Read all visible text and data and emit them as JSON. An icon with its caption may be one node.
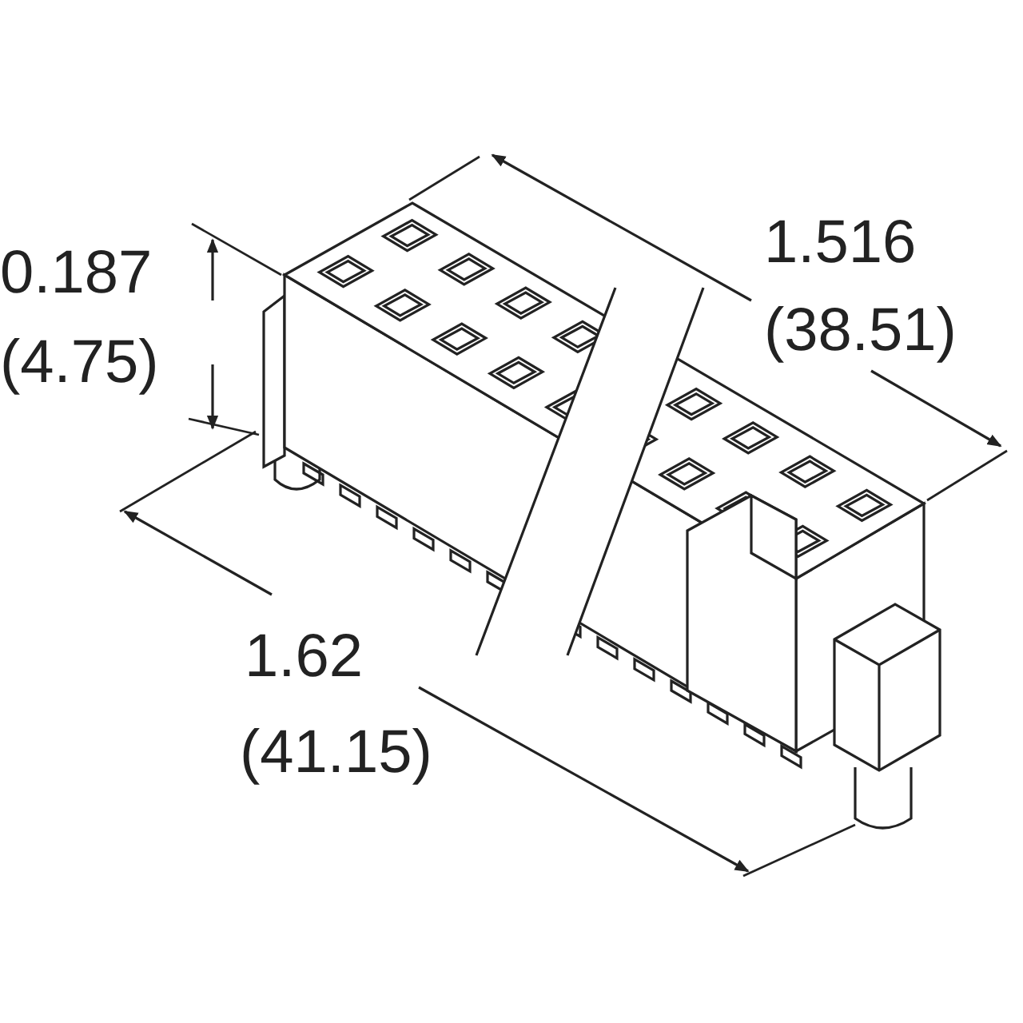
{
  "diagram": {
    "labels": [
      "0.187",
      "(4.75)",
      "1.516",
      "(38.51)",
      "1.62",
      "(41.15)"
    ]
  }
}
